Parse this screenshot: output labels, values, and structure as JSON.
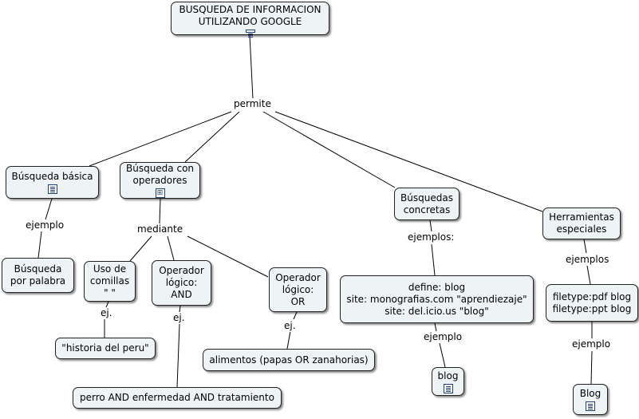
{
  "nodes": {
    "root": "BUSQUEDA DE INFORMACION\nUTILIZANDO GOOGLE",
    "basica": "Búsqueda básica",
    "operadores": "Búsqueda con\noperadores",
    "concretas": "Búsquedas\nconcretas",
    "herramientas": "Herramientas\nespeciales",
    "por_palabra": "Búsqueda\npor palabra",
    "comillas": "Uso de\ncomillas\n\"     \"",
    "and": "Operador\nlógico:\nAND",
    "or": "Operador\nlógico:\nOR",
    "define": "define: blog\nsite: monografias.com \"aprendiezaje\"\nsite: del.icio.us \"blog\"",
    "filetype": "filetype:pdf blog\nfiletype:ppt blog",
    "historia": "\"historia del peru\"",
    "alimentos": "alimentos (papas OR zanahorias)",
    "perro": "perro AND enfermedad AND tratamiento",
    "blog1": "blog",
    "blog2": "Blog"
  },
  "links": {
    "permite": "permite",
    "ejemplo1": "ejemplo",
    "mediante": "mediante",
    "ej1": "ej.",
    "ej2": "ej.",
    "ej3": "ej.",
    "ejemplos1": "ejemplos:",
    "ejemplo2": "ejemplo",
    "ejemplos2": "ejemplos",
    "ejemplo3": "ejemplo"
  },
  "icons": {
    "root": "document-icon",
    "basica": "document-icon",
    "operadores": "hierarchy-icon",
    "blog1": "document-icon",
    "blog2": "document-icon"
  }
}
